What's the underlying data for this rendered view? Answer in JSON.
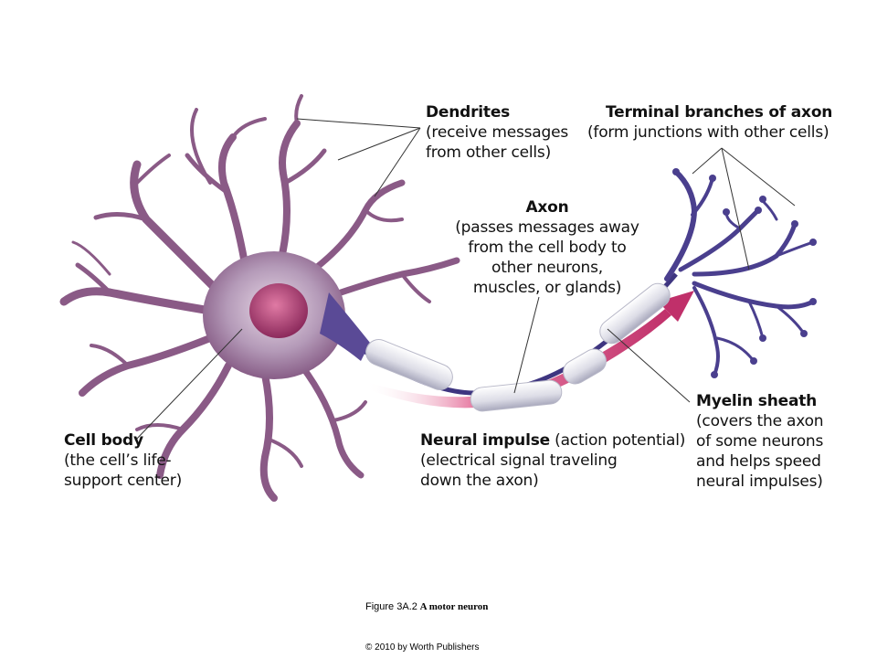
{
  "labels": {
    "dendrites": {
      "title": "Dendrites",
      "lines": [
        "(receive messages",
        "from other cells)"
      ]
    },
    "terminal": {
      "title": "Terminal branches of axon",
      "lines": [
        "(form junctions with other cells)"
      ]
    },
    "axon": {
      "title": "Axon",
      "lines": [
        "(passes messages away",
        "from the cell body to",
        "other neurons,",
        "muscles, or glands)"
      ]
    },
    "cell_body": {
      "title": "Cell body",
      "lines": [
        "(the cell’s life-",
        "support center)"
      ]
    },
    "neural_impulse": {
      "title": "Neural impulse",
      "title_suffix": " (action potential)",
      "lines": [
        "(electrical signal traveling",
        "down the axon)"
      ]
    },
    "myelin": {
      "title": "Myelin sheath",
      "lines": [
        "(covers the axon",
        "of some neurons",
        "and helps speed",
        "neural impulses)"
      ]
    }
  },
  "caption": {
    "figure": "Figure 3A.2",
    "name": "A motor neuron"
  },
  "copyright": "© 2010 by Worth Publishers",
  "colors": {
    "cell": "#8a5a86",
    "nucleus": "#b0386e",
    "axon_terminal": "#4a3f8e",
    "impulse": "#c0306a",
    "myelin": "#e6e6ee"
  }
}
